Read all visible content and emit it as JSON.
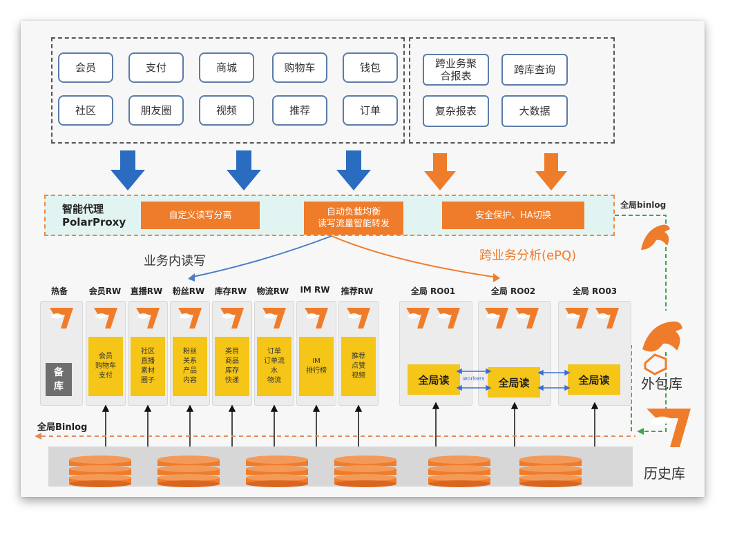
{
  "apps": {
    "row1": [
      "会员",
      "支付",
      "商城",
      "购物车",
      "钱包"
    ],
    "row2": [
      "社区",
      "朋友圈",
      "视频",
      "推荐",
      "订单"
    ]
  },
  "analytics": {
    "items": [
      "跨业务聚\n合报表",
      "跨库查询",
      "复杂报表",
      "大数据"
    ]
  },
  "proxy": {
    "title": "智能代理\nPolarProxy",
    "features": [
      "自定义读写分离",
      "自动负载均衡\n读写流量智能转发",
      "安全保护、HA切换"
    ]
  },
  "annotations": {
    "global_binlog_top": "全局binlog",
    "intra_rw": "业务内读写",
    "cross_analysis": "跨业务分析(ePQ)",
    "global_binlog_bottom": "全局Binlog",
    "workers": "workers"
  },
  "nodes": {
    "standby": {
      "label": "热备",
      "box": "备\n库"
    },
    "rw": [
      {
        "label": "会员RW",
        "content": "会员\n购物车\n支付"
      },
      {
        "label": "直播RW",
        "content": "社区\n直播\n素材\n圈子"
      },
      {
        "label": "粉丝RW",
        "content": "粉丝\n关系\n产品\n内容"
      },
      {
        "label": "库存RW",
        "content": "类目\n商品\n库存\n快递"
      },
      {
        "label": "物流RW",
        "content": "订单\n订单流\n水\n物流"
      },
      {
        "label": "IM RW",
        "content": "IM\n排行榜"
      },
      {
        "label": "推荐RW",
        "content": "推荐\n点赞\n视频"
      }
    ],
    "ro": [
      {
        "label": "全局 RO01",
        "content": "全局读"
      },
      {
        "label": "全局 RO02",
        "content": "全局读"
      },
      {
        "label": "全局 RO03",
        "content": "全局读"
      }
    ]
  },
  "side": {
    "outsource": "外包库",
    "history": "历史库"
  },
  "colors": {
    "blue_arrow": "#2a6cc0",
    "orange_arrow": "#ef7c2b",
    "orange_box": "#ef7c2b",
    "yellow_box": "#f5c518",
    "proxy_bg": "#e2f4f1",
    "green_dash": "#3aa64a",
    "db_band": "#d7d7d7"
  }
}
